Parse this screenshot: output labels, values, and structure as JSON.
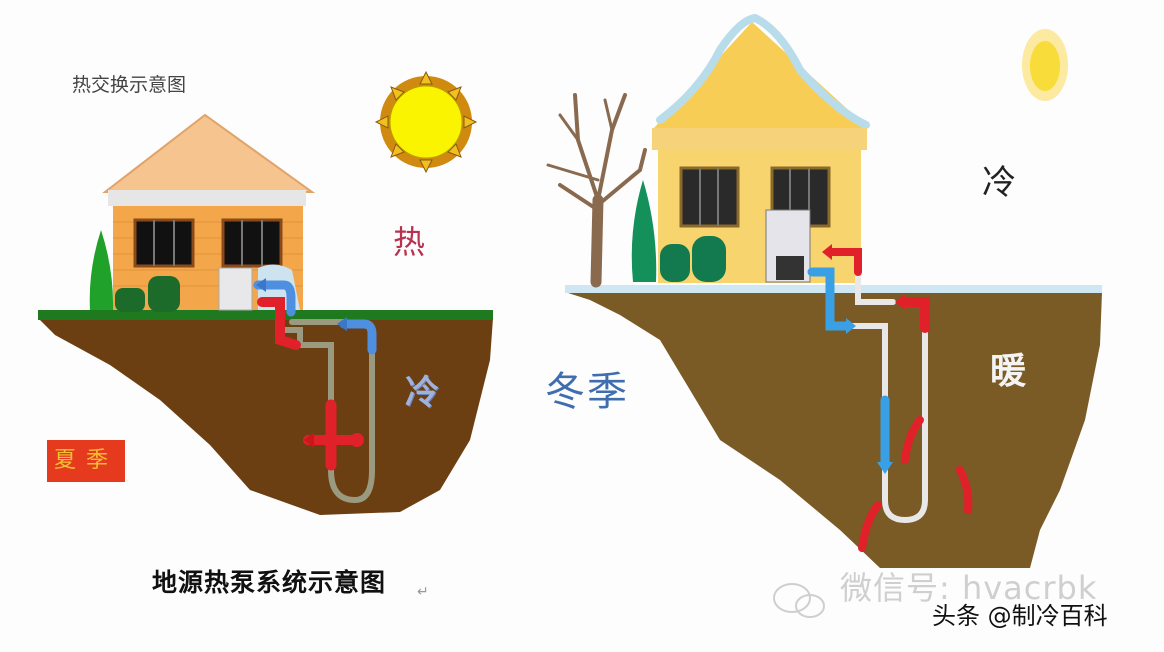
{
  "diagram": {
    "title": "地源热泵系统示意图",
    "title_mark": "↵",
    "summer_panel": {
      "heading": "热交换示意图",
      "season_badge": "夏季",
      "air_label": "热",
      "ground_label": "冷",
      "colors": {
        "badge_bg": "#e63a1f",
        "badge_text": "#f0c030",
        "soil": "#6b3f12",
        "grass": "#1f7a1f",
        "house_wall": "#f3a64a",
        "roof": "#f6c48f",
        "hot_pipe": "#e0212a",
        "cold_pipe": "#4f8fe0",
        "loop_pipe": "#9a9a80"
      }
    },
    "winter_panel": {
      "season_label": "冬季",
      "air_label": "冷",
      "ground_label": "暖",
      "colors": {
        "season_text": "#3f6eaf",
        "soil": "#7a5a25",
        "snow": "#bfe3f0",
        "house_wall": "#f7d46e",
        "roof": "#f8cd56",
        "hot_pipe": "#e0212a",
        "cold_pipe": "#3aa0e6",
        "loop_pipe": "#e8e8e8"
      }
    },
    "watermark": {
      "wechat_text": "微信号: hvacrbk",
      "source_text": "头条 @制冷百科"
    }
  }
}
